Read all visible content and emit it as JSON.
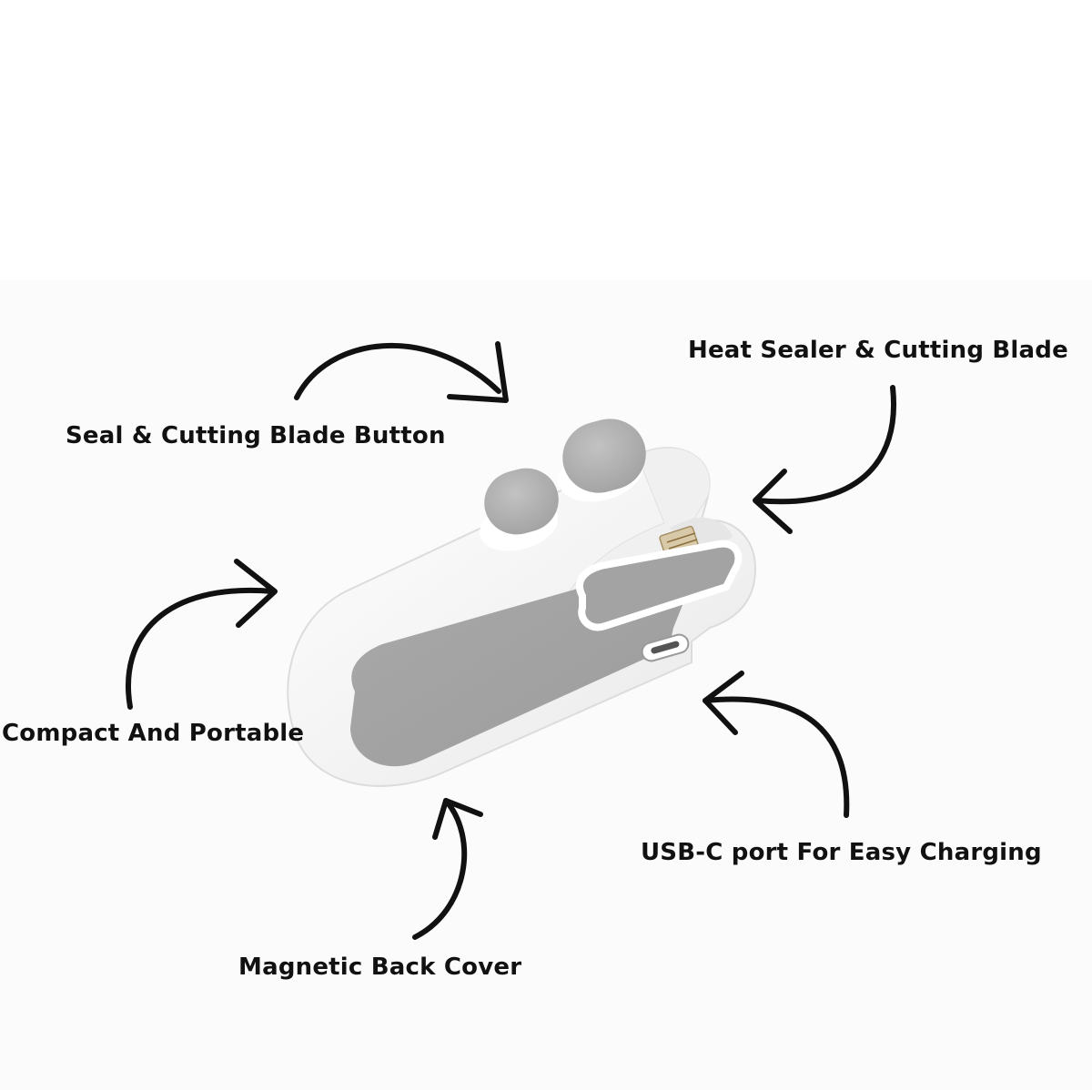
{
  "labels": {
    "heat_sealer": "Heat Sealer & Cutting Blade",
    "seal_button": "Seal & Cutting Blade Button",
    "compact": "Compact And Portable",
    "usb_c": "USB-C port For Easy Charging",
    "magnetic_cover": "Magnetic Back Cover"
  },
  "colors": {
    "body_white": "#f4f4f4",
    "panel_gray": "#a6a6a6",
    "button_gray": "#b3b3b3",
    "arrow": "#111111",
    "backdrop": "#fbfbfb"
  },
  "icons": [
    "curved-arrow-icon",
    "usb-c-port-icon",
    "heating-element-icon"
  ]
}
